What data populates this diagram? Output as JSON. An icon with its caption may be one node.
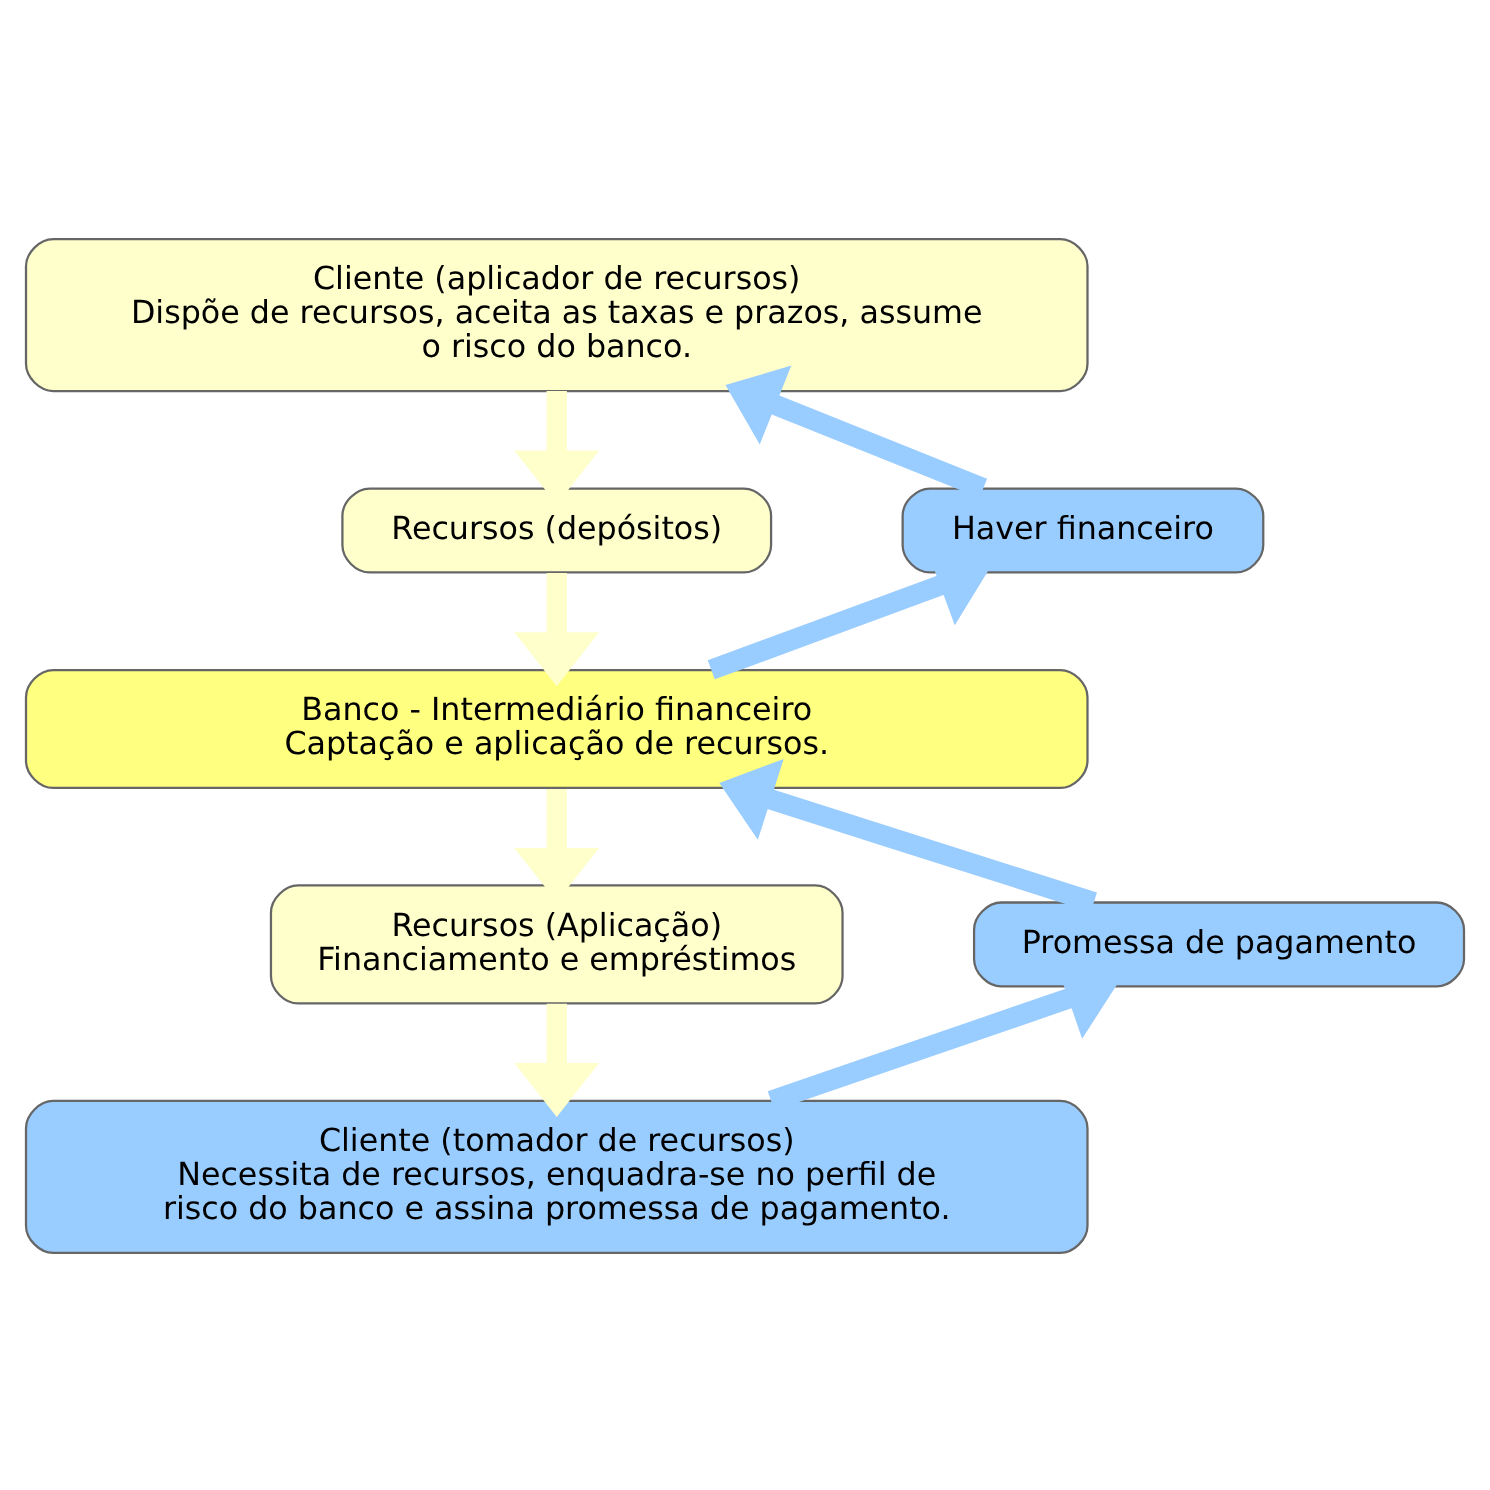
{
  "diagram": {
    "nodes": [
      {
        "text": [
          "Cliente (aplicador de recursos)",
          "Dispõe de recursos, aceita as taxas e prazos, assume o risco do banco."
        ]
      },
      {
        "text": [
          "Recursos (depósitos)"
        ]
      },
      {
        "text": [
          "Haver financeiro"
        ]
      },
      {
        "text": [
          "Banco - Intermediário financeiro",
          "Captação e aplicação de recursos."
        ]
      },
      {
        "text": [
          "Recursos (Aplicação)",
          "Financiamento e empréstimos"
        ]
      },
      {
        "text": [
          "Promessa de pagamento"
        ]
      },
      {
        "text": [
          "Cliente (tomador de recursos)",
          "Necessita de recursos, enquadra-se no perfil de risco do banco e assina promessa de pagamento."
        ]
      }
    ],
    "edges": [
      {
        "from": 0,
        "to": 1,
        "arrow": "to",
        "color": "#ffffcc"
      },
      {
        "from": 1,
        "to": 3,
        "arrow": "to",
        "color": "#ffffcc"
      },
      {
        "from": 3,
        "to": 4,
        "arrow": "to",
        "color": "#ffffcc"
      },
      {
        "from": 4,
        "to": 6,
        "arrow": "to",
        "color": "#ffffcc"
      },
      {
        "from": 6,
        "to": 5,
        "arrow": "to",
        "color": "#99ccff"
      },
      {
        "from": 5,
        "to": 3,
        "arrow": "to",
        "color": "#99ccff"
      },
      {
        "from": 3,
        "to": 2,
        "arrow": "to",
        "color": "#99ccff"
      },
      {
        "from": 2,
        "to": 0,
        "arrow": "to",
        "color": "#99ccff"
      }
    ]
  }
}
